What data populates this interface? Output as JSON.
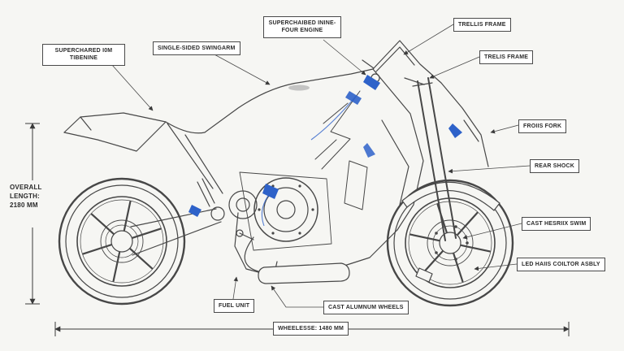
{
  "page": {
    "background": "#f6f6f3"
  },
  "colors": {
    "line": "#474747",
    "accent": "#2e62c9",
    "label_border": "#4a4a4a",
    "label_background": "#ffffff",
    "text": "#2b2b2b"
  },
  "labels": {
    "supercharged_engine_left": "SUPERCHARED I0M TIBENINE",
    "single_sided_swingarm": "SINGLE-SIDED SWINGARM",
    "supercharged_inline_four": "SUPERCHAIBED ININE-FOUR ENGINE",
    "trellis_frame_top": "TRELLIS FRAME",
    "trellis_frame_right": "TRELIS FRAME",
    "front_fork": "FROIIS FORK",
    "rear_shock": "REAR SHOCK",
    "cast_swingarm": "CAST HESRIIX SWIM",
    "led_headlight": "LED HAIIS COILTOR ASBLY",
    "fuel_unit": "FUEL UNIT",
    "cast_wheels": "CAST ALUMNUM WHEELS"
  },
  "dimensions": {
    "overall_length": "OVERALL\nLENGTH:\n2180 MM",
    "wheelbase": "WHEELESSE: 1480 MM"
  }
}
